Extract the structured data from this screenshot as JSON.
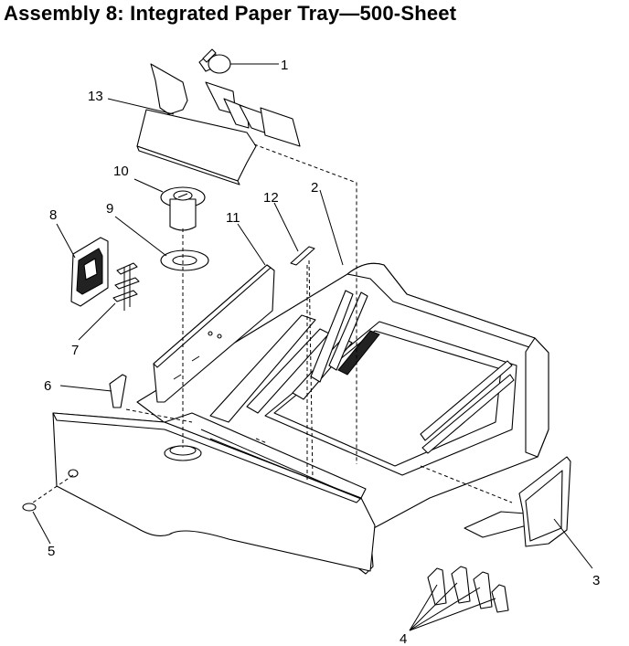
{
  "title": "Assembly 8:  Integrated Paper Tray—500-Sheet",
  "callouts": {
    "c1": "1",
    "c2": "2",
    "c3": "3",
    "c4": "4",
    "c5": "5",
    "c6": "6",
    "c7": "7",
    "c8": "8",
    "c9": "9",
    "c10": "10",
    "c11": "11",
    "c12": "12",
    "c13": "13"
  }
}
